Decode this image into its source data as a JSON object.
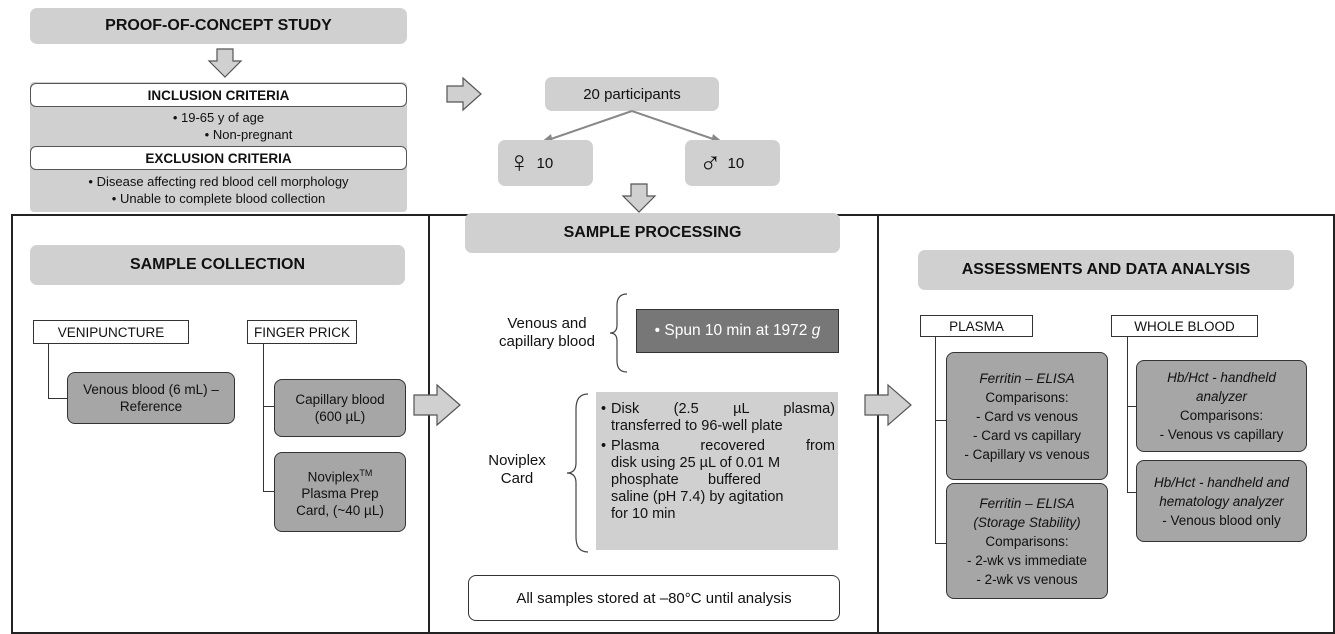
{
  "top": {
    "title": "PROOF-OF-CONCEPT STUDY",
    "inclusion_title": "INCLUSION CRITERIA",
    "inclusion_items": [
      "• 19-65 y of age",
      "• Non-pregnant"
    ],
    "exclusion_title": "EXCLUSION CRITERIA",
    "exclusion_items": [
      "• Disease affecting red blood cell morphology",
      "• Unable to complete blood collection"
    ],
    "participants": "20 participants",
    "female_symbol": "♀",
    "female_count": "10",
    "male_symbol": "♂",
    "male_count": "10"
  },
  "collection": {
    "title": "SAMPLE COLLECTION",
    "venipuncture": "VENIPUNCTURE",
    "venous_line1": "Venous blood (6 mL) –",
    "venous_line2": "Reference",
    "finger_prick": "FINGER PRICK",
    "capillary_line1": "Capillary blood",
    "capillary_line2": "(600 µL)",
    "card_line1": "Noviplex",
    "card_tm": "TM",
    "card_line2": "Plasma Prep",
    "card_line3": "Card, (~40 µL)"
  },
  "processing": {
    "title": "SAMPLE PROCESSING",
    "venous_label_line1": "Venous and",
    "venous_label_line2": "capillary blood",
    "spun_text": "• Spun 10 min at 1972 ",
    "spun_unit": "g",
    "card_label_line1": "Noviplex",
    "card_label_line2": "Card",
    "disk_lines": [
      "•",
      "Disk (2.5 µL plasma)",
      "transferred to 96-well plate"
    ],
    "plasma_lines": [
      "•",
      "Plasma recovered from",
      "disk using 25 µL of 0.01 M",
      "phosphate buffered",
      "saline (pH 7.4) by agitation",
      "for 10 min"
    ],
    "storage": "All samples stored at –80°C until analysis"
  },
  "assessments": {
    "title": "ASSESSMENTS AND DATA ANALYSIS",
    "plasma": "PLASMA",
    "whole_blood": "WHOLE BLOOD",
    "ferritin_title": "Ferritin – ELISA",
    "comparisons": "Comparisons:",
    "ferritin_items": [
      "- Card vs venous",
      "- Card vs capillary",
      "- Capillary vs venous"
    ],
    "storage_title1": "Ferritin – ELISA",
    "storage_title2": "(Storage Stability)",
    "storage_items": [
      "- 2-wk vs immediate",
      "- 2-wk vs venous"
    ],
    "hb1_title1": "Hb/Hct - handheld",
    "hb1_title2": "analyzer",
    "hb1_items": [
      "- Venous vs capillary"
    ],
    "hb2_title1": "Hb/Hct - handheld and",
    "hb2_title2": "hematology analyzer",
    "hb2_items": [
      "- Venous blood only"
    ]
  }
}
